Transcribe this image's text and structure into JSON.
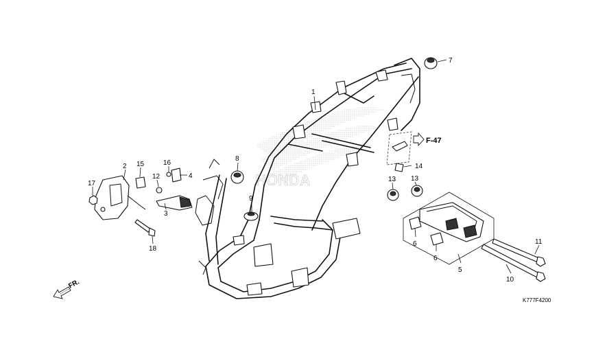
{
  "watermark": {
    "text": "HONDA"
  },
  "parts": [
    {
      "id": "p1",
      "number": "1"
    },
    {
      "id": "p2",
      "number": "2"
    },
    {
      "id": "p3",
      "number": "3"
    },
    {
      "id": "p4",
      "number": "4"
    },
    {
      "id": "p5",
      "number": "5"
    },
    {
      "id": "p6a",
      "number": "6"
    },
    {
      "id": "p6b",
      "number": "6"
    },
    {
      "id": "p7",
      "number": "7"
    },
    {
      "id": "p8",
      "number": "8"
    },
    {
      "id": "p9",
      "number": "9"
    },
    {
      "id": "p10",
      "number": "10"
    },
    {
      "id": "p11",
      "number": "11"
    },
    {
      "id": "p12",
      "number": "12"
    },
    {
      "id": "p13a",
      "number": "13"
    },
    {
      "id": "p13b",
      "number": "13"
    },
    {
      "id": "p14",
      "number": "14"
    },
    {
      "id": "p15",
      "number": "15"
    },
    {
      "id": "p16",
      "number": "16"
    },
    {
      "id": "p17",
      "number": "17"
    },
    {
      "id": "p18",
      "number": "18"
    }
  ],
  "reference": {
    "label": "F-47"
  },
  "direction": {
    "label": "FR."
  },
  "diagram_code": "K777F4200"
}
